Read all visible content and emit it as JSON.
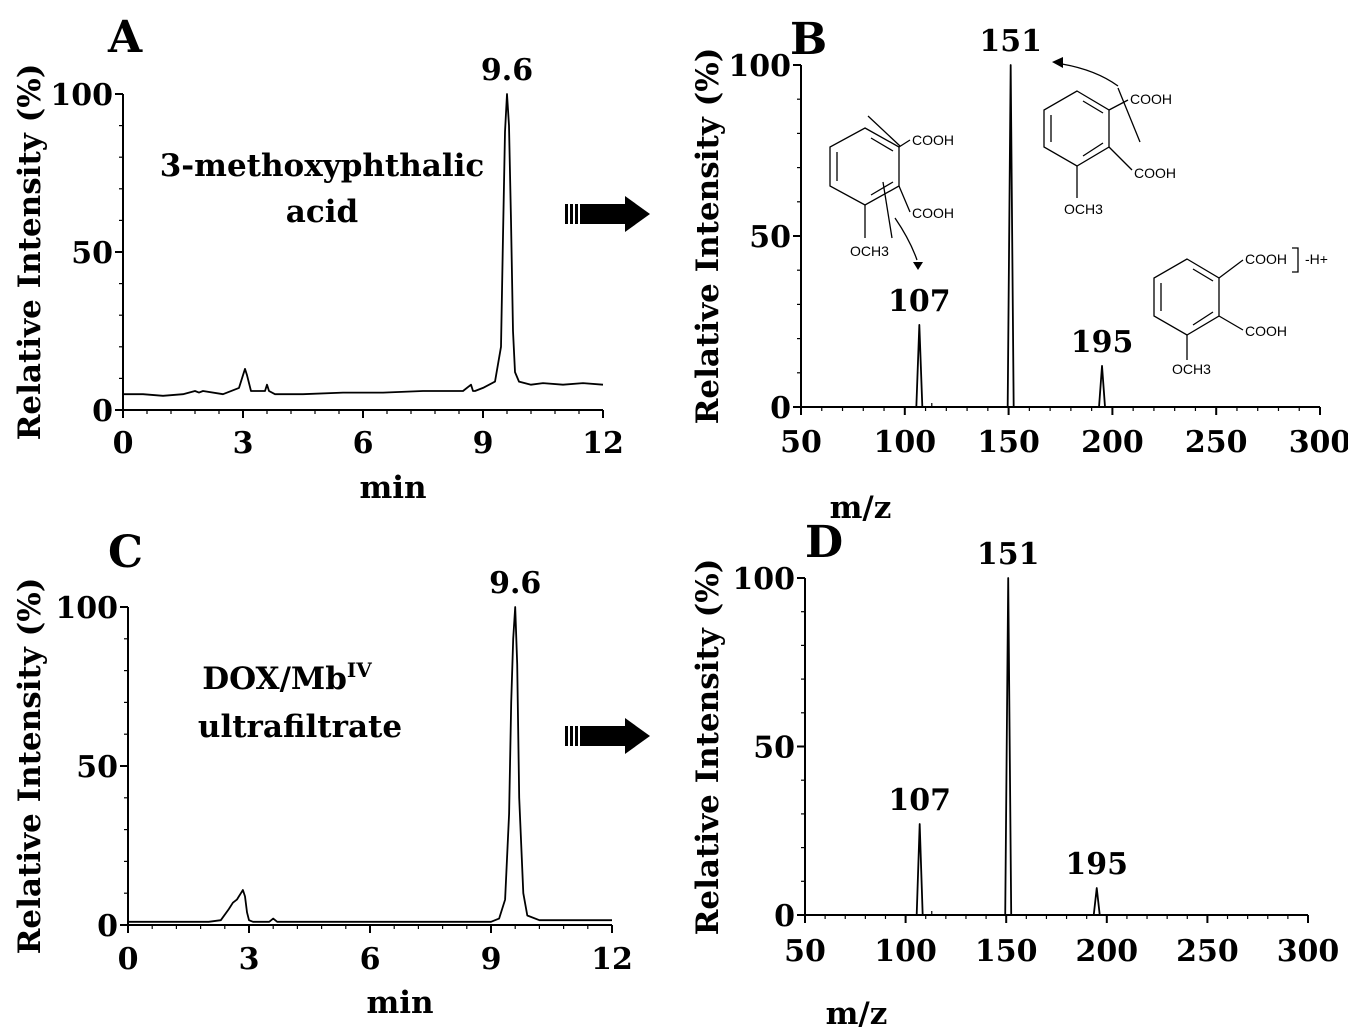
{
  "panels": [
    {
      "letter": "A",
      "type": "line",
      "ylabel": "Relative Intensity (%)",
      "xlabel": "min",
      "xlim": [
        0,
        12
      ],
      "ylim": [
        0,
        100
      ],
      "xticks": [
        0,
        3,
        6,
        9,
        12
      ],
      "yticks": [
        0,
        50,
        100
      ],
      "annotation": [
        "3-methoxyphthalic",
        "acid"
      ],
      "peak_labels": [
        {
          "x": 9.6,
          "text": "9.6"
        }
      ]
    },
    {
      "letter": "B",
      "type": "bar",
      "ylabel": "Relative Intensity (%)",
      "xlabel": "m/z",
      "xlim": [
        50,
        300
      ],
      "ylim": [
        0,
        100
      ],
      "xticks": [
        50,
        100,
        150,
        200,
        250,
        300
      ],
      "yticks": [
        0,
        50,
        100
      ],
      "peak_labels": [
        {
          "x": 107,
          "text": "107"
        },
        {
          "x": 151,
          "text": "151"
        },
        {
          "x": 195,
          "text": "195"
        }
      ]
    },
    {
      "letter": "C",
      "type": "line",
      "ylabel": "Relative Intensity (%)",
      "xlabel": "min",
      "xlim": [
        0,
        12
      ],
      "ylim": [
        0,
        100
      ],
      "xticks": [
        0,
        3,
        6,
        9,
        12
      ],
      "yticks": [
        0,
        50,
        100
      ],
      "annotation_main": "DOX/Mb",
      "annotation_sup": "IV",
      "annotation_line2": "ultrafiltrate",
      "peak_labels": [
        {
          "x": 9.6,
          "text": "9.6"
        }
      ]
    },
    {
      "letter": "D",
      "type": "bar",
      "ylabel": "Relative Intensity (%)",
      "xlabel": "m/z",
      "xlim": [
        50,
        300
      ],
      "ylim": [
        0,
        100
      ],
      "xticks": [
        50,
        100,
        150,
        200,
        250,
        300
      ],
      "yticks": [
        0,
        50,
        100
      ],
      "peak_labels": [
        {
          "x": 107,
          "text": "107"
        },
        {
          "x": 151,
          "text": "151"
        },
        {
          "x": 195,
          "text": "195"
        }
      ]
    }
  ],
  "structure_labels": {
    "cooh": "COOH",
    "och3": "OCH3",
    "deprot": "-H+"
  },
  "chart_data": [
    {
      "type": "line",
      "title": "A",
      "xlabel": "min",
      "ylabel": "Relative Intensity (%)",
      "xlim": [
        0,
        12
      ],
      "ylim": [
        0,
        100
      ],
      "series": [
        {
          "name": "",
          "x": [
            0,
            0.5,
            1,
            1.5,
            1.8,
            1.9,
            2.0,
            2.5,
            2.9,
            3.0,
            3.05,
            3.1,
            3.2,
            3.4,
            3.55,
            3.6,
            3.65,
            3.8,
            4.5,
            5.5,
            6.5,
            7.5,
            8.5,
            8.7,
            8.75,
            8.8,
            9.0,
            9.3,
            9.45,
            9.5,
            9.55,
            9.6,
            9.65,
            9.7,
            9.75,
            9.8,
            9.9,
            10.2,
            10.5,
            11,
            11.5,
            12
          ],
          "y": [
            5,
            5,
            4.5,
            5,
            6,
            5.5,
            6,
            5,
            7,
            11,
            13,
            11,
            6,
            6,
            6,
            8,
            6,
            5,
            5,
            5.5,
            5.5,
            6,
            6,
            8,
            6,
            6,
            7,
            9,
            20,
            55,
            88,
            100,
            90,
            60,
            25,
            12,
            9,
            8,
            8.5,
            8,
            8.5,
            8
          ]
        }
      ]
    },
    {
      "type": "bar",
      "title": "B",
      "xlabel": "m/z",
      "ylabel": "Relative Intensity (%)",
      "xlim": [
        50,
        300
      ],
      "ylim": [
        0,
        100
      ],
      "x": [
        107,
        151,
        195
      ],
      "values": [
        24,
        100,
        12
      ]
    },
    {
      "type": "line",
      "title": "C",
      "xlabel": "min",
      "ylabel": "Relative Intensity (%)",
      "xlim": [
        0,
        12
      ],
      "ylim": [
        0,
        100
      ],
      "series": [
        {
          "name": "",
          "x": [
            0,
            0.5,
            1,
            1.5,
            2,
            2.3,
            2.5,
            2.6,
            2.7,
            2.75,
            2.8,
            2.85,
            2.9,
            2.95,
            3.0,
            3.1,
            3.5,
            3.6,
            3.7,
            4,
            5,
            6,
            7,
            8,
            9,
            9.2,
            9.35,
            9.45,
            9.5,
            9.55,
            9.6,
            9.65,
            9.7,
            9.8,
            9.9,
            10.2,
            11,
            12
          ],
          "y": [
            1,
            1,
            1,
            1,
            1,
            1.5,
            5,
            7,
            8,
            9,
            10,
            11,
            9,
            4,
            1.5,
            1,
            1,
            2,
            1,
            1,
            1,
            1,
            1,
            1,
            1,
            2,
            8,
            35,
            70,
            90,
            100,
            82,
            40,
            10,
            3,
            1.5,
            1.5,
            1.5
          ]
        }
      ]
    },
    {
      "type": "bar",
      "title": "D",
      "xlabel": "m/z",
      "ylabel": "Relative Intensity (%)",
      "xlim": [
        50,
        300
      ],
      "ylim": [
        0,
        100
      ],
      "x": [
        107,
        151,
        195
      ],
      "values": [
        27,
        100,
        8
      ]
    }
  ]
}
